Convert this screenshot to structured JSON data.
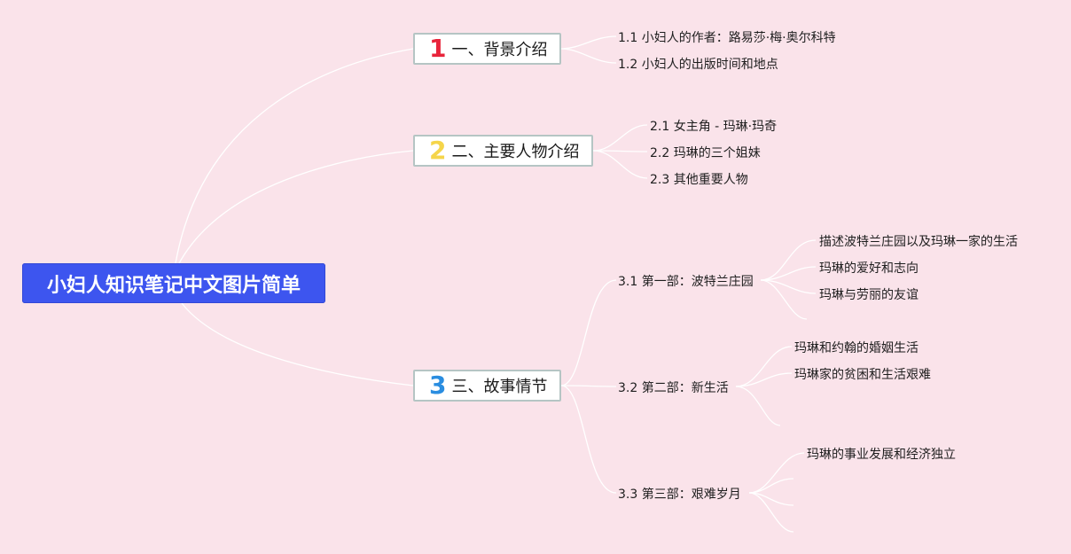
{
  "root": {
    "title": "小妇人知识笔记中文图片简单"
  },
  "branches": [
    {
      "num": "1",
      "label": "一、背景介绍",
      "children": [
        {
          "label": "1.1 小妇人的作者：路易莎·梅·奥尔科特"
        },
        {
          "label": "1.2 小妇人的出版时间和地点"
        }
      ]
    },
    {
      "num": "2",
      "label": "二、主要人物介绍",
      "children": [
        {
          "label": "2.1 女主角 - 玛琳·玛奇"
        },
        {
          "label": "2.2 玛琳的三个姐妹"
        },
        {
          "label": "2.3 其他重要人物"
        }
      ]
    },
    {
      "num": "3",
      "label": "三、故事情节",
      "children": [
        {
          "label": "3.1 第一部：波特兰庄园",
          "children": [
            "描述波特兰庄园以及玛琳一家的生活",
            "玛琳的爱好和志向",
            "玛琳与劳丽的友谊"
          ]
        },
        {
          "label": "3.2 第二部：新生活",
          "children": [
            "玛琳和约翰的婚姻生活",
            "玛琳家的贫困和生活艰难"
          ]
        },
        {
          "label": "3.3 第三部：艰难岁月",
          "children": [
            "玛琳的事业发展和经济独立"
          ]
        }
      ]
    }
  ],
  "colors": {
    "background": "#fae3ea",
    "root": "#3d55ef",
    "num1": "#e8243b",
    "num2": "#f5d54a",
    "num3": "#2a8de0",
    "connector": "#ffffff"
  }
}
